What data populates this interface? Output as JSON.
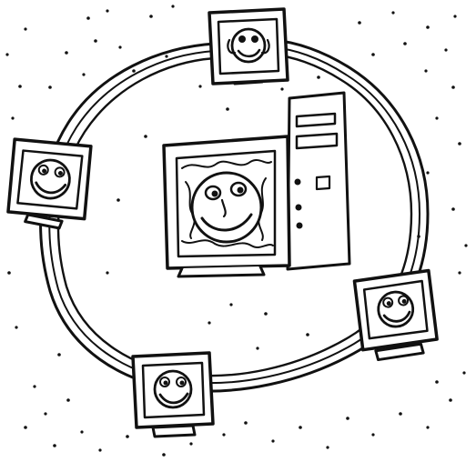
{
  "illustration": {
    "style": "black-and-white cartoon line drawing",
    "ink_color": "#111111",
    "paper_color": "#ffffff",
    "central_computer": {
      "icon": "desktop-computer-icon",
      "parts": [
        "monitor-with-smiling-face",
        "tower-case"
      ]
    },
    "network_ring": {
      "icon": "ring-network-icon",
      "node_count": 4,
      "nodes": [
        {
          "position": "top",
          "icon": "monitor-face-icon"
        },
        {
          "position": "left",
          "icon": "monitor-face-icon"
        },
        {
          "position": "bottom",
          "icon": "monitor-face-icon"
        },
        {
          "position": "right",
          "icon": "monitor-face-icon"
        }
      ]
    },
    "background": "scattered-dots"
  }
}
